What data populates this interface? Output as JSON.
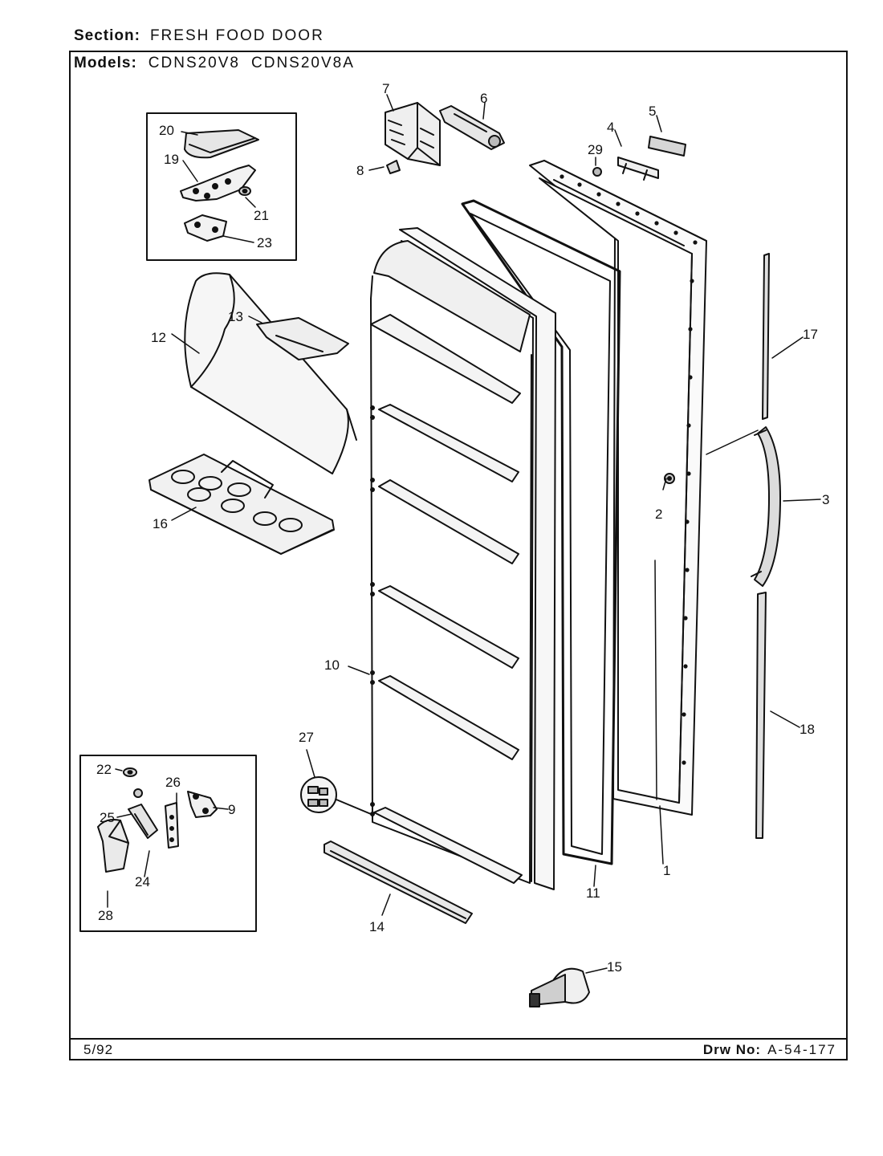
{
  "header": {
    "section_label": "Section:",
    "section_value": "FRESH FOOD DOOR",
    "models_label": "Models:",
    "models": [
      "CDNS20V8",
      "CDNS20V8A"
    ]
  },
  "footer": {
    "date": "5/92",
    "drawing_label": "Drw No:",
    "drawing_number": "A-54-177"
  },
  "callouts": {
    "c1": "1",
    "c2": "2",
    "c3": "3",
    "c4": "4",
    "c5": "5",
    "c6": "6",
    "c7": "7",
    "c8": "8",
    "c9": "9",
    "c10": "10",
    "c11": "11",
    "c12": "12",
    "c13": "13",
    "c14": "14",
    "c15": "15",
    "c16": "16",
    "c17": "17",
    "c18": "18",
    "c19": "19",
    "c20": "20",
    "c21": "21",
    "c22": "22",
    "c23": "23",
    "c24": "24",
    "c25": "25",
    "c26": "26",
    "c27": "27",
    "c28": "28",
    "c29": "29"
  }
}
